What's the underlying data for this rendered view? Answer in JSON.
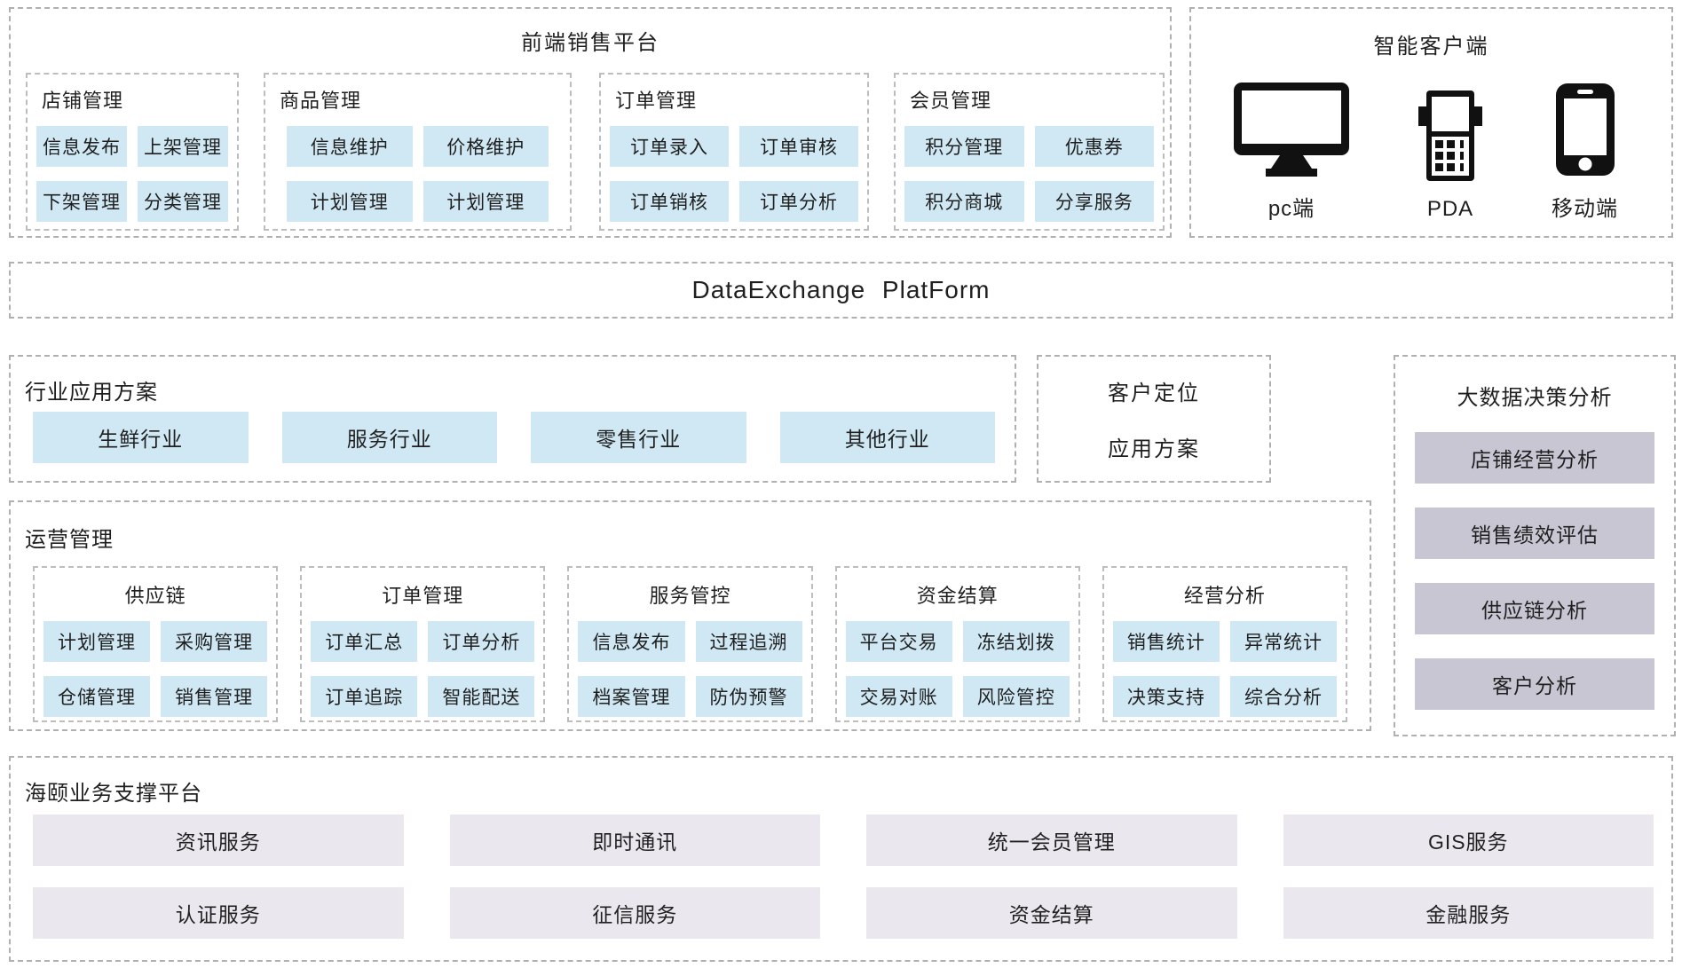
{
  "frontend": {
    "title": "前端销售平台",
    "panels": [
      {
        "title": "店铺管理",
        "items": [
          "信息发布",
          "上架管理",
          "下架管理",
          "分类管理"
        ]
      },
      {
        "title": "商品管理",
        "items": [
          "信息维护",
          "价格维护",
          "计划管理",
          "计划管理"
        ]
      },
      {
        "title": "订单管理",
        "items": [
          "订单录入",
          "订单审核",
          "订单销核",
          "订单分析"
        ]
      },
      {
        "title": "会员管理",
        "items": [
          "积分管理",
          "优惠券",
          "积分商城",
          "分享服务"
        ]
      }
    ]
  },
  "clients": {
    "title": "智能客户端",
    "devices": [
      {
        "label": "pc端",
        "icon": "desktop-icon"
      },
      {
        "label": "PDA",
        "icon": "pda-icon"
      },
      {
        "label": "移动端",
        "icon": "mobile-icon"
      }
    ]
  },
  "exchange": {
    "title": "DataExchange PlatForm"
  },
  "industry": {
    "title": "行业应用方案",
    "items": [
      "生鲜行业",
      "服务行业",
      "零售行业",
      "其他行业"
    ]
  },
  "customer_positioning": {
    "line1": "客户定位",
    "line2": "应用方案"
  },
  "bigdata": {
    "title": "大数据决策分析",
    "items": [
      "店铺经营分析",
      "销售绩效评估",
      "供应链分析",
      "客户分析"
    ]
  },
  "operations": {
    "title": "运营管理",
    "panels": [
      {
        "title": "供应链",
        "items": [
          "计划管理",
          "采购管理",
          "仓储管理",
          "销售管理"
        ]
      },
      {
        "title": "订单管理",
        "items": [
          "订单汇总",
          "订单分析",
          "订单追踪",
          "智能配送"
        ]
      },
      {
        "title": "服务管控",
        "items": [
          "信息发布",
          "过程追溯",
          "档案管理",
          "防伪预警"
        ]
      },
      {
        "title": "资金结算",
        "items": [
          "平台交易",
          "冻结划拨",
          "交易对账",
          "风险管控"
        ]
      },
      {
        "title": "经营分析",
        "items": [
          "销售统计",
          "异常统计",
          "决策支持",
          "综合分析"
        ]
      }
    ]
  },
  "support": {
    "title": "海颐业务支撑平台",
    "items": [
      "资讯服务",
      "即时通讯",
      "统一会员管理",
      "GIS服务",
      "认证服务",
      "征信服务",
      "资金结算",
      "金融服务"
    ]
  },
  "colors": {
    "chip_blue": "#cfe8f4",
    "chip_lavender": "#c9c6d3",
    "chip_light_lavender": "#ebe7ee",
    "dashed_border": "#b0b0b0",
    "text": "#1f1f1f",
    "icon": "#111111"
  }
}
